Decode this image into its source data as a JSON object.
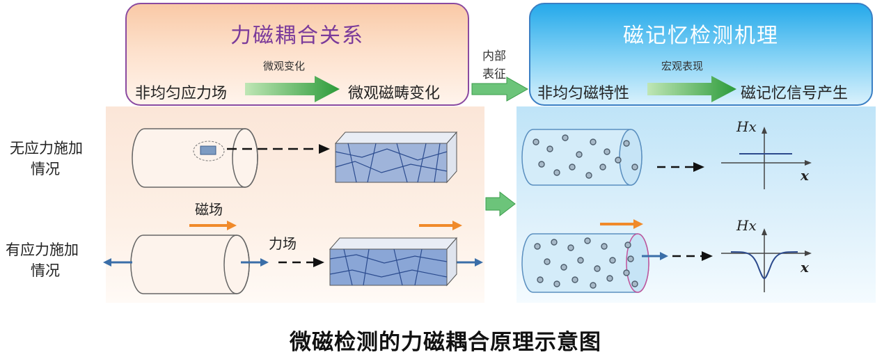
{
  "left_box": {
    "title": "力磁耦合关系",
    "transition_label": "微观变化",
    "from": "非均匀应力场",
    "to": "微观磁畴变化"
  },
  "middle_label": {
    "line1": "内部",
    "line2": "表征"
  },
  "right_box": {
    "title": "磁记忆检测机理",
    "transition_label": "宏观表现",
    "from": "非均匀磁特性",
    "to": "磁记忆信号产生"
  },
  "rows": {
    "no_stress": {
      "line1": "无应力施加",
      "line2": "情况"
    },
    "with_stress": {
      "line1": "有应力施加",
      "line2": "情况"
    }
  },
  "labels": {
    "magnetic_field": "磁场",
    "force_field": "力场"
  },
  "graphs": {
    "top": {
      "y_label": "Hx",
      "x_label": "x"
    },
    "bottom": {
      "y_label": "Hx",
      "x_label": "x"
    }
  },
  "colors": {
    "green_arrow": "#3cae4a",
    "orange_arrow": "#f08a2a",
    "blue_arrow": "#3a6ea8"
  },
  "caption": "微磁检测的力磁耦合原理示意图"
}
